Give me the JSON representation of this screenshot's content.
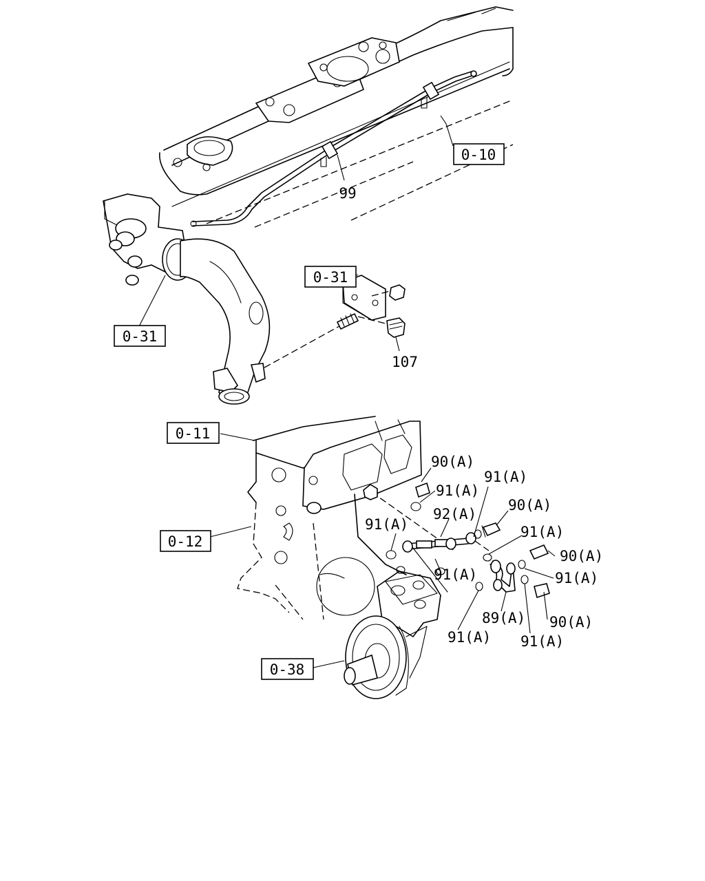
{
  "labels": {
    "ref_0_10": "0-10",
    "ref_0_31_top": "0-31",
    "ref_0_31_left": "0-31",
    "ref_0_11": "0-11",
    "ref_0_12": "0-12",
    "ref_0_38": "0-38",
    "part_99": "99",
    "part_107": "107",
    "p90a_1": "90(A)",
    "p91a_1": "91(A)",
    "p91a_2": "91(A)",
    "p90a_2": "90(A)",
    "p92a": "92(A)",
    "p91a_3": "91(A)",
    "p91a_4": "91(A)",
    "p90a_3": "90(A)",
    "p91a_5": "91(A)",
    "p91a_6": "91(A)",
    "p89a": "89(A)",
    "p90a_4": "90(A)",
    "p91a_7": "91(A)",
    "p91a_8": "91(A)"
  }
}
